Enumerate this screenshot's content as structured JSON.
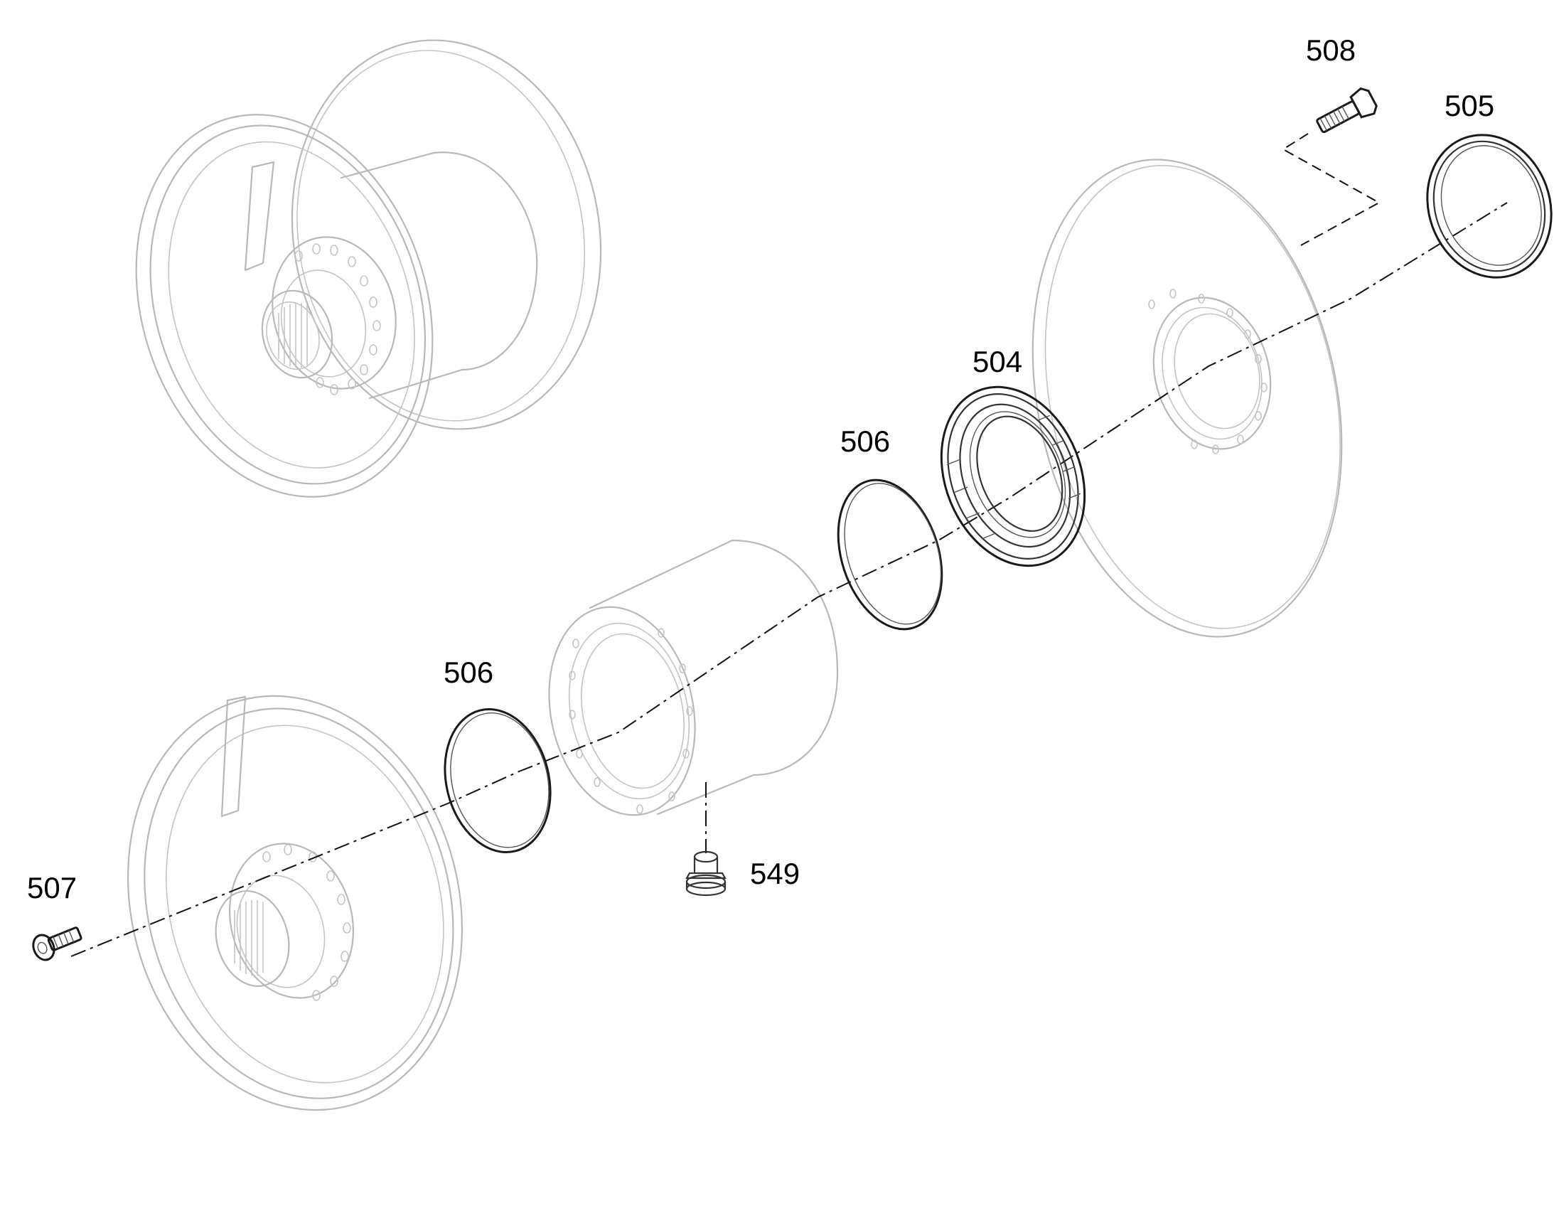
{
  "diagram": {
    "callouts": [
      {
        "id": "508",
        "text": "508"
      },
      {
        "id": "505",
        "text": "505"
      },
      {
        "id": "504",
        "text": "504"
      },
      {
        "id": "506a",
        "text": "506"
      },
      {
        "id": "506b",
        "text": "506"
      },
      {
        "id": "507",
        "text": "507"
      },
      {
        "id": "549",
        "text": "549"
      }
    ],
    "colors": {
      "background": "#ffffff",
      "ghost_line": "#b8b8b8",
      "part_line": "#1a1a1a",
      "label": "#000000"
    }
  }
}
